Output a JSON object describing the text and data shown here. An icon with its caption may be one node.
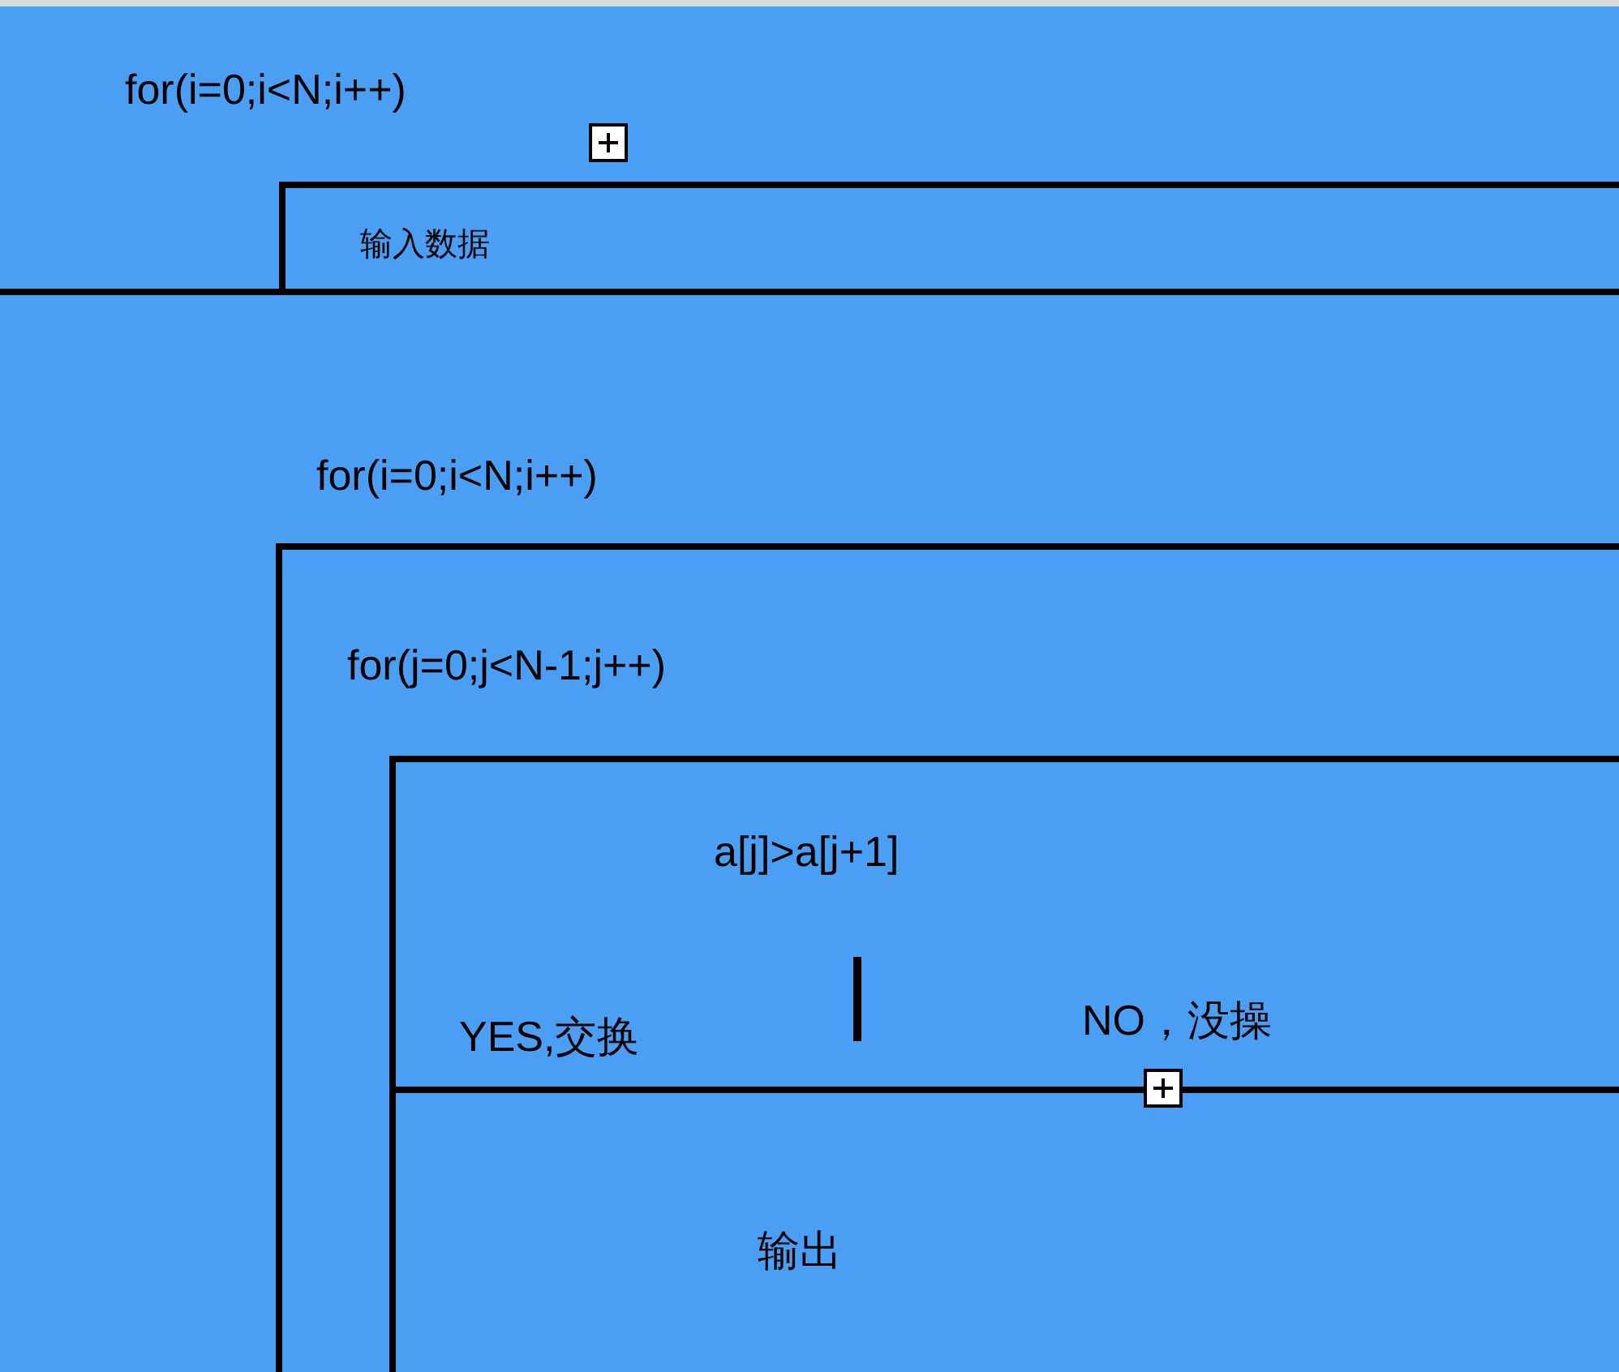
{
  "diagram": {
    "nodes": [
      {
        "text": [
          "for(i=0;i<N;i++)"
        ]
      },
      {
        "text": [
          "输入数据"
        ],
        "in": 0
      },
      {
        "text": [
          "for(i=0;i<N;i++)"
        ]
      },
      {
        "text": [
          "for(j=0;j<N-1;j++)"
        ],
        "in": 2
      },
      {
        "text": [
          "a[j]>a[j+1]",
          "YES,交换",
          "NO，没操"
        ],
        "in": 3
      },
      {
        "text": [
          "输出"
        ],
        "in": 3
      }
    ]
  }
}
